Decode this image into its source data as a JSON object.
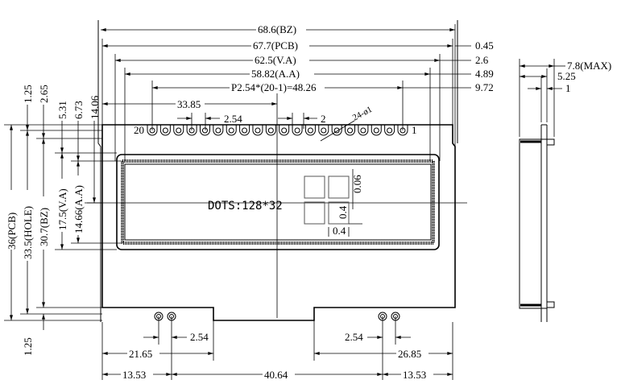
{
  "top_dims": {
    "bz": "68.6(BZ)",
    "pcb": "67.7(PCB)",
    "va": "62.5(V.A)",
    "aa": "58.82(A.A)",
    "pitch": "P2.54*(20-1)=48.26",
    "offset": "33.85",
    "pin_pitch": "2.54",
    "pad": "2",
    "holes": "24-ø1",
    "r_pcb": "0.45",
    "r_va": "2.6",
    "r_aa": "4.89",
    "r_pitch": "9.72"
  },
  "pins": {
    "first": "20",
    "last": "1",
    "count": 20
  },
  "left_dims": {
    "pcb": "36(PCB)",
    "hole": "33.5(HOLE)",
    "bz": "30.7(BZ)",
    "va": "17.5(V.A)",
    "aa": "14.66(A.A)",
    "t1": "1.25",
    "t2": "2.65",
    "t3": "5.31",
    "t4": "6.73",
    "t5": "14.06",
    "b1": "1.25"
  },
  "display": {
    "dots": "DOTS:128*32",
    "gap": "0.06",
    "dot_h": "0.4",
    "dot_w": "0.4"
  },
  "bottom_dims": {
    "l_pitch": "2.54",
    "r_pitch": "2.54",
    "l_edge": "21.65",
    "r_edge": "26.85",
    "l_hole": "13.53",
    "center": "40.64",
    "r_hole": "13.53"
  },
  "side_dims": {
    "max": "7.8(MAX)",
    "mid": "5.25",
    "pcb": "1"
  }
}
